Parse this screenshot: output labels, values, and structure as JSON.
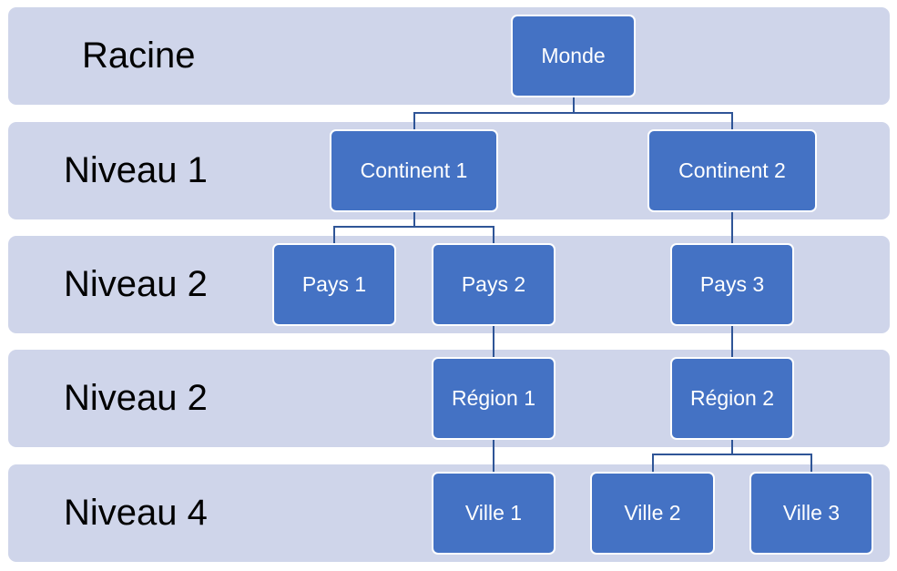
{
  "colors": {
    "band": "#cfd5ea",
    "node": "#4472c4",
    "connector": "#2f5597",
    "label": "#000000"
  },
  "levels": [
    {
      "label": "Racine"
    },
    {
      "label": "Niveau 1"
    },
    {
      "label": "Niveau 2"
    },
    {
      "label": "Niveau 2"
    },
    {
      "label": "Niveau 4"
    }
  ],
  "nodes": {
    "monde": {
      "label": "Monde"
    },
    "continent1": {
      "label": "Continent 1"
    },
    "continent2": {
      "label": "Continent 2"
    },
    "pays1": {
      "label": "Pays 1"
    },
    "pays2": {
      "label": "Pays 2"
    },
    "pays3": {
      "label": "Pays 3"
    },
    "region1": {
      "label": "Région 1"
    },
    "region2": {
      "label": "Région 2"
    },
    "ville1": {
      "label": "Ville 1"
    },
    "ville2": {
      "label": "Ville 2"
    },
    "ville3": {
      "label": "Ville 3"
    }
  }
}
